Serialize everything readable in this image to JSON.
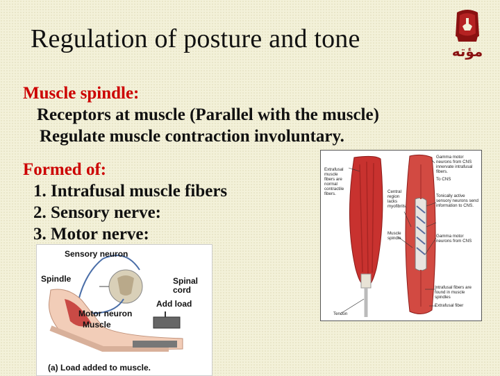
{
  "slide": {
    "title": "Regulation of posture and tone",
    "logo_text": "مؤته",
    "spindle_heading": "Muscle spindle:",
    "spindle_line1": "Receptors at muscle (Parallel with the muscle)",
    "spindle_line2": "Regulate muscle contraction involuntary.",
    "formed_heading": "Formed of:",
    "formed_items": [
      "1. Intrafusal muscle fibers",
      "2. Sensory nerve:",
      "3. Motor nerve:"
    ]
  },
  "figure_arm": {
    "sensory_neuron": "Sensory neuron",
    "spindle": "Spindle",
    "spinal_cord": "Spinal cord",
    "add_load": "Add load",
    "motor_neuron": "Motor neuron",
    "muscle": "Muscle",
    "caption": "(a) Load added to muscle."
  },
  "figure_muscle": {
    "extrafusal": "Extrafusal muscle fibers are normal contractile fibers.",
    "central_region": "Central region lacks myofibrils.",
    "muscle_spindle": "Muscle spindle",
    "tendon": "Tendon",
    "gamma_to": "Gamma motor neurons from CNS innervate intrafusal fibers.",
    "to_cns": "To CNS",
    "tonically": "Tonically active sensory neurons send information to CNS.",
    "gamma_from": "Gamma motor neurons from CNS",
    "intrafusal": "Intrafusal fibers are found in muscle spindles",
    "extrafusal_fiber": "Extrafusal fiber"
  },
  "colors": {
    "heading_red": "#cc0000",
    "background": "#f3f1d9",
    "muscle_red": "#c8322f"
  }
}
